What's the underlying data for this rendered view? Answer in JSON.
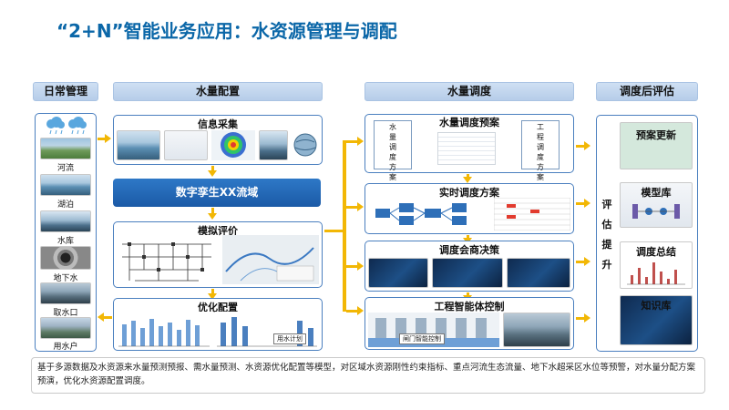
{
  "title": "“2+N”智能业务应用：水资源管理与调配",
  "headers": {
    "daily": "日常管理",
    "allocation": "水量配置",
    "dispatch": "水量调度",
    "evaluation": "调度后评估"
  },
  "water_sources": [
    "河流",
    "湖泊",
    "水库",
    "地下水",
    "取水口",
    "用水户"
  ],
  "allocation": {
    "info_collection": "信息采集",
    "digital_twin": "数字孪生XX流域",
    "simulation": "模拟评价",
    "optimization": "优化配置",
    "optimization_tag": "用水计划"
  },
  "dispatch": {
    "plan": "水量调度预案",
    "plan_a": "水\n量\n调\n度\n方\n案",
    "plan_b": "工\n程\n调\n度\n方\n案",
    "realtime": "实时调度方案",
    "consult": "调度会商决策",
    "engineering": "工程智能体控制",
    "engineering_tag": "闸门智能控制"
  },
  "evaluation": {
    "side_label": "评\n估\n提\n升",
    "items": [
      "预案更新",
      "模型库",
      "调度总结",
      "知识库"
    ]
  },
  "footer": "基于多源数据及水资源来水量预测预报、需水量预测、水资源优化配置等模型，对区域水资源刚性约束指标、重点河流生态流量、地下水超采区水位等预警，对水量分配方案预演，优化水资源配置调度。",
  "colors": {
    "title": "#0b67a8",
    "arrow": "#f2b705",
    "box_border": "#4a7fbf",
    "digital_twin_bar": "#1b5aa6"
  }
}
